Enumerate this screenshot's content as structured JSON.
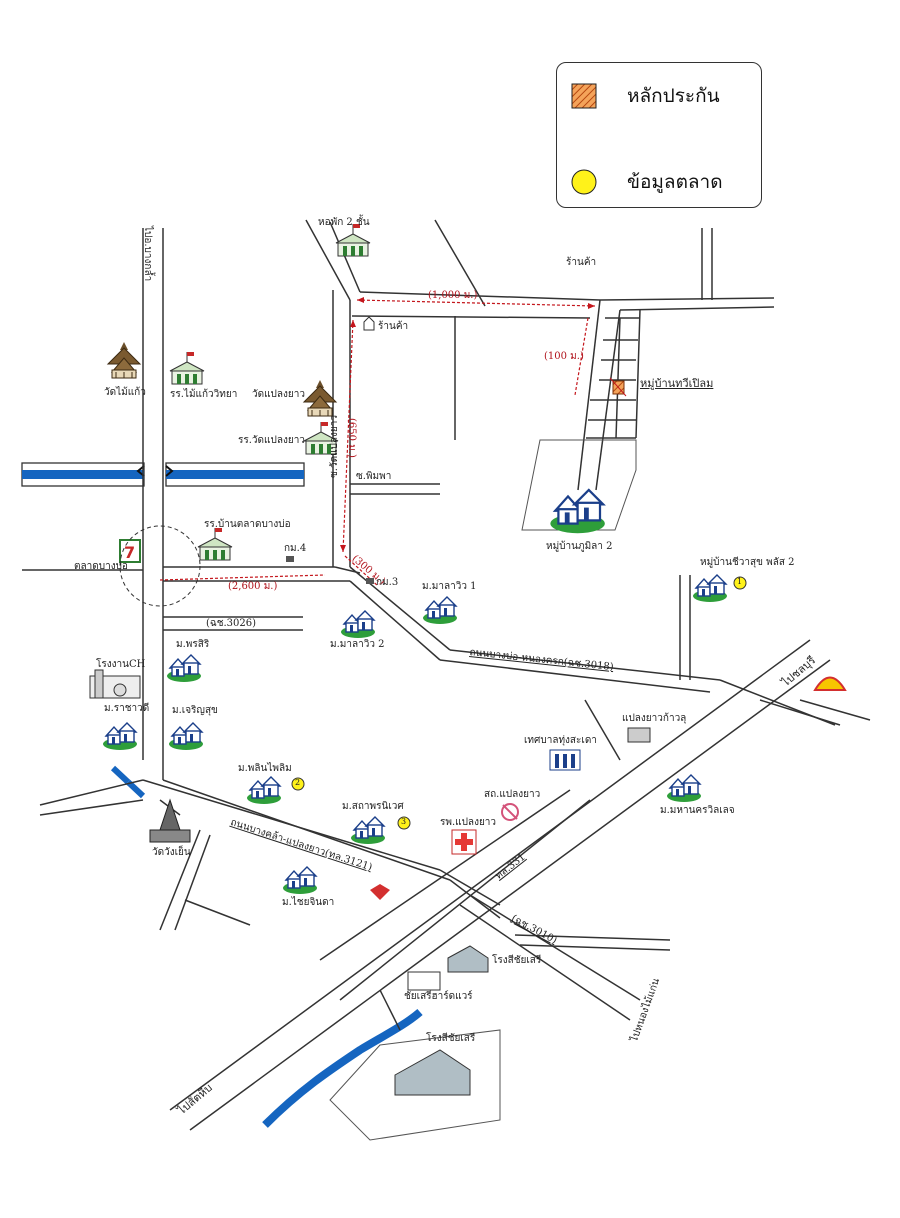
{
  "legend": {
    "collateral_label": "หลักประกัน",
    "market_label": "ข้อมูลตลาด",
    "collateral_color": "#e8731f",
    "market_color": "#fff21a"
  },
  "colors": {
    "canal": "#1565c0",
    "road": "#333333",
    "distance": "#c4161c"
  },
  "labels": {
    "dorm": "หอพัก 2 ชั้น",
    "shop_top": "ร้านค้า",
    "shop_mid": "ร้านค้า",
    "dist_1000": "(1,000 ม.)",
    "dist_100": "(100 ม.)",
    "dist_650": "(650 ม.)",
    "dist_2600": "(2,600 ม.)",
    "dist_300": "(300 ม.)",
    "village_wiset": "หมู่บ้านทวีเปิลม",
    "to_bang_kruai": "ไปอ.บางกล้ำ",
    "wat_mai_kaeo": "วัดไม้แก้ว",
    "school_mai_kaeo": "รร.ไม้แก้ววิทยา",
    "wat_plaeng_yao": "วัดแปลงยาว",
    "school_plaeng_yao": "รร.วัดแปลงยาว",
    "soi_plaeng_yao": "ซ.วัดแปลงยาว",
    "soi_phimpha": "ซ.พิมพา",
    "village_phumila": "หมู่บ้านภูมิลา 2",
    "school_market": "รร.บ้านตลาดบางบ่อ",
    "km4": "กม.4",
    "km3": "กม.3",
    "market_bangbo": "ตลาดบางบ่อ",
    "road_3026": "(ฉช.3026)",
    "malariew1": "ม.มาลาวิว 1",
    "malariew2": "ม.มาลาวิว 2",
    "chewarak": "หมู่บ้านชีวาสุข พลัส 2",
    "road_3018": "ถนนบางบ่อ-หนองครก(ฉช.3018)",
    "to_chonburi": "ไปชลบุรี",
    "ch_factory": "โรงงานCH",
    "m_pornsiri": "ม.พรสิริ",
    "m_rachawadee": "ม.ราชาวดี",
    "m_charoensuk": "ม.เจริญสุข",
    "plaeng_yao_stop": "แปลงยาวก้าวลุ",
    "thessaban": "เทศบาลทุ่งสะเดา",
    "m_phimphilom": "ม.พลินไพลิม",
    "clinic": "สถ.แปลงยาว",
    "m_sangthong": "ม.สถาพรนิเวศ",
    "hospital": "รพ.แปลงยาว",
    "m_mahanakorn": "ม.มหานครวิลเลจ",
    "wat_wangyen": "วัดวังเย็น",
    "road_3121": "ถนนบางคล้า-แปลงยาว(ทล.3121)",
    "hwy_331": "ทล.331",
    "road_3010": "(ฉช.3010)",
    "m_chaijinda": "ม.ไชยจินดา",
    "rice_mill_top": "โรงสีชัยเสรี",
    "warehouse": "ชัยเสรีฮาร์ดแวร์",
    "rice_mill_bottom": "โรงสีชัยเสรี",
    "to_nong_mai_kaen": "ไปหนองไม้แก่น",
    "to_sattahip": "ไปสัตหีบ",
    "num1": "1",
    "num2": "2",
    "num3": "3"
  }
}
